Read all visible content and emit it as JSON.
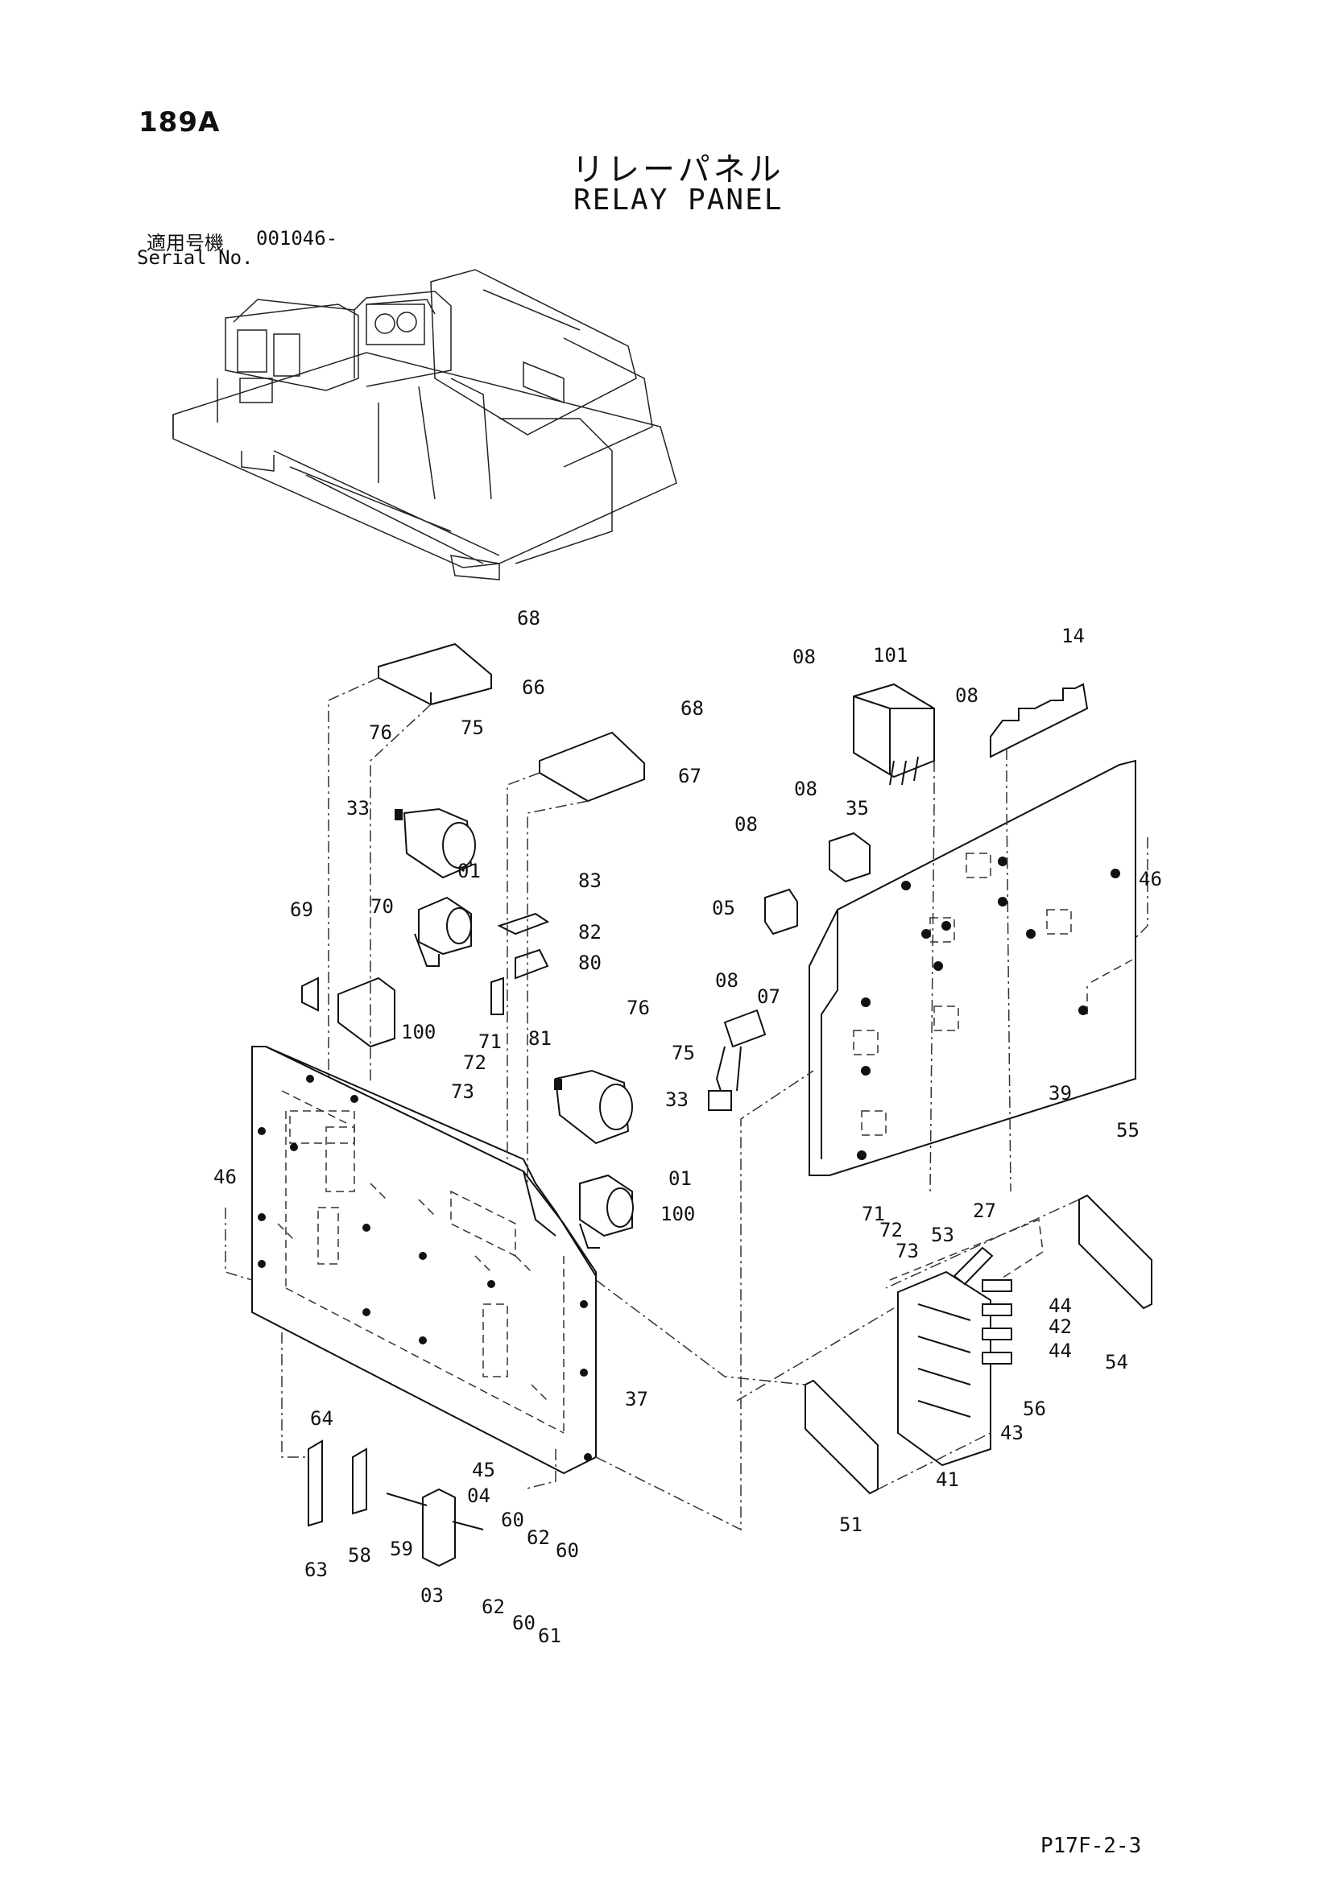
{
  "header": {
    "page_code": "189A",
    "title_jp": "リレーパネル",
    "title_en": "RELAY PANEL",
    "serial_label_jp": "適用号機",
    "serial_value": "001046-",
    "serial_label_en": "Serial No."
  },
  "footer": {
    "figure_code": "P17F-2-3"
  },
  "callouts": {
    "c68a": "68",
    "c66": "66",
    "c68b": "68",
    "c67": "67",
    "c76a": "76",
    "c75a": "75",
    "c33a": "33",
    "c01a": "01",
    "c70": "70",
    "c69": "69",
    "c100a": "100",
    "c83": "83",
    "c82": "82",
    "c80": "80",
    "c81": "81",
    "c76b": "76",
    "c75b": "75",
    "c71a": "71",
    "c72a": "72",
    "c73a": "73",
    "c33b": "33",
    "c01b": "01",
    "c100b": "100",
    "c46a": "46",
    "c37": "37",
    "c64": "64",
    "c45": "45",
    "c04": "04",
    "c63": "63",
    "c58": "58",
    "c59": "59",
    "c03": "03",
    "c60a": "60",
    "c62a": "62",
    "c60b": "60",
    "c62b": "62",
    "c60c": "60",
    "c61": "61",
    "c08a": "08",
    "c101": "101",
    "c08b": "08",
    "c14": "14",
    "c08c": "08",
    "c35": "35",
    "c08d": "08",
    "c05": "05",
    "c46b": "46",
    "c08e": "08",
    "c07": "07",
    "c39": "39",
    "c71b": "71",
    "c72b": "72",
    "c73b": "73",
    "c27": "27",
    "c53": "53",
    "c55": "55",
    "c44a": "44",
    "c42": "42",
    "c44b": "44",
    "c54": "54",
    "c56": "56",
    "c43": "43",
    "c41": "41",
    "c51": "51"
  }
}
